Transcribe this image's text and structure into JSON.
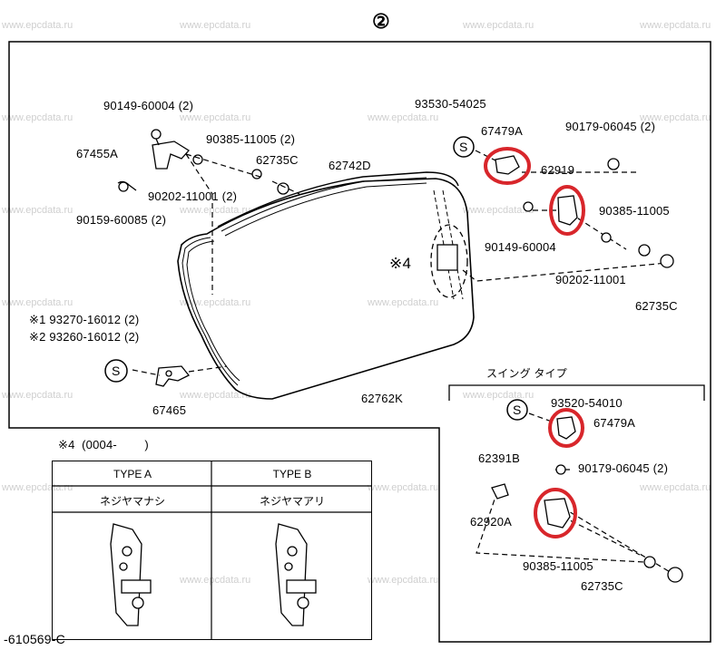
{
  "header": {
    "circle_number": "②"
  },
  "parts": {
    "p1": "90149-60004 (2)",
    "p2": "67455A",
    "p3": "90385-11005 (2)",
    "p4": "62735C",
    "p5": "62742D",
    "p6": "90202-11001 (2)",
    "p7": "90159-60085 (2)",
    "p8": "93530-54025",
    "p9": "67479A",
    "p10": "90179-06045 (2)",
    "p11": "62919",
    "p12": "90385-11005",
    "p13": "90149-60004",
    "p14": "90202-11001",
    "p15": "62735C",
    "p16": "※4",
    "p17": "※1 93270-16012 (2)",
    "p18": "※2 93260-16012 (2)",
    "p19": "67465",
    "p20": "62762K",
    "p21": "S",
    "p22": "S"
  },
  "swing": {
    "title": "スイング タイプ",
    "p1": "93520-54010",
    "p2": "67479A",
    "p3": "62391B",
    "p4": "90179-06045 (2)",
    "p5": "62920A",
    "p6": "90385-11005",
    "p7": "62735C",
    "s": "S"
  },
  "note": {
    "title": "※4  (0004-        )",
    "type_a": "TYPE A",
    "type_b": "TYPE B",
    "type_a_sub": "ネジヤマナシ",
    "type_b_sub": "ネジヤマアリ"
  },
  "footer": {
    "code": "-610569-C"
  },
  "watermark": "www.epcdata.ru",
  "colors": {
    "highlight": "#d8262b",
    "line": "#000000"
  }
}
